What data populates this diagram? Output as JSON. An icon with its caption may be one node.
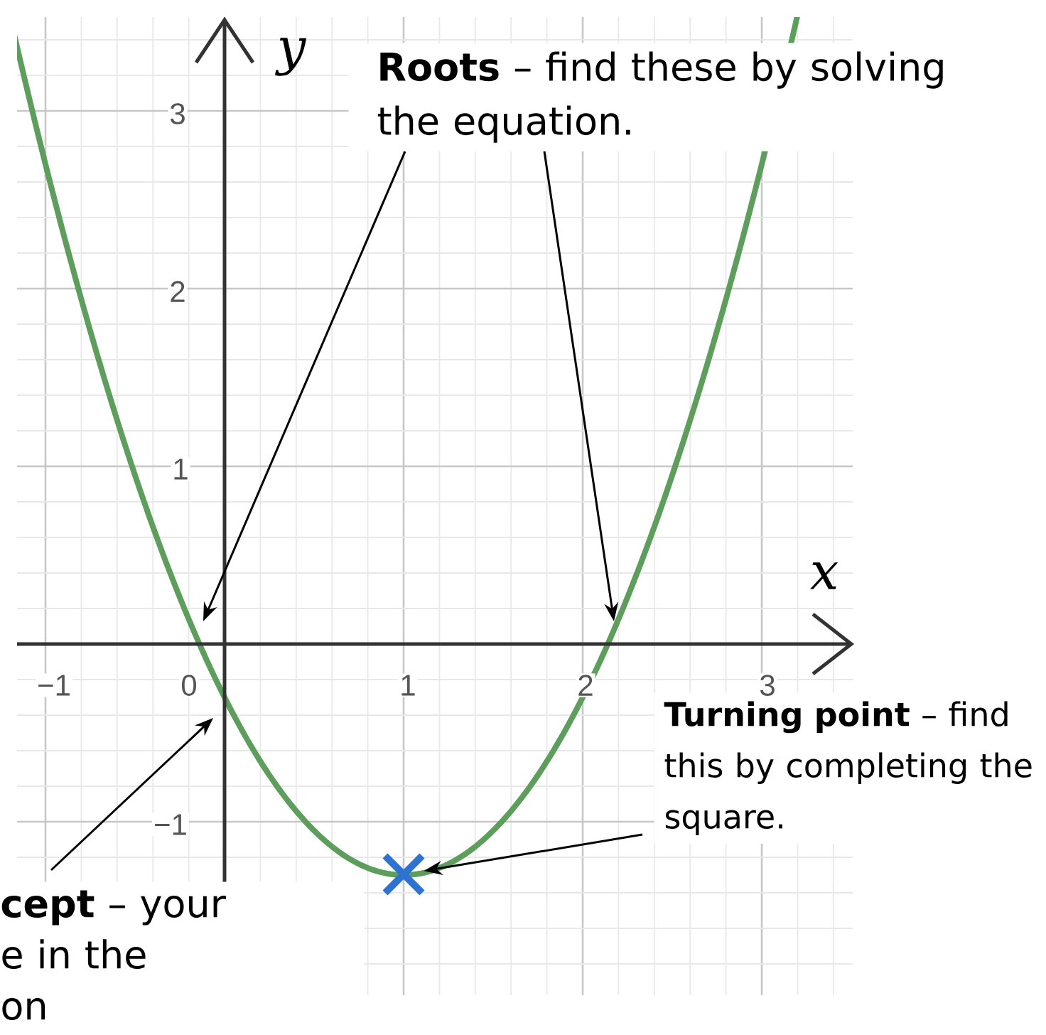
{
  "diagram": {
    "nodes": [
      {
        "text": [
          "**Roots** – find these by solving the equation."
        ]
      },
      {
        "text": [
          "**Turning point** – find this by completing the square."
        ]
      },
      {
        "text": [],
        "shape": "cross"
      },
      {
        "text": [
          "**cept** – your",
          "e in the",
          "on"
        ]
      }
    ],
    "edges": [
      {
        "from": 0,
        "to": null,
        "arrow": "to"
      },
      {
        "from": 0,
        "to": null,
        "arrow": "to"
      },
      {
        "from": 1,
        "to": 2,
        "arrow": "to"
      },
      {
        "from": 3,
        "to": null,
        "arrow": "to"
      }
    ],
    "labels": [
      "y",
      "3",
      "2",
      "1",
      "x",
      "−1",
      "0",
      "1",
      "2",
      "3",
      "−1"
    ]
  }
}
